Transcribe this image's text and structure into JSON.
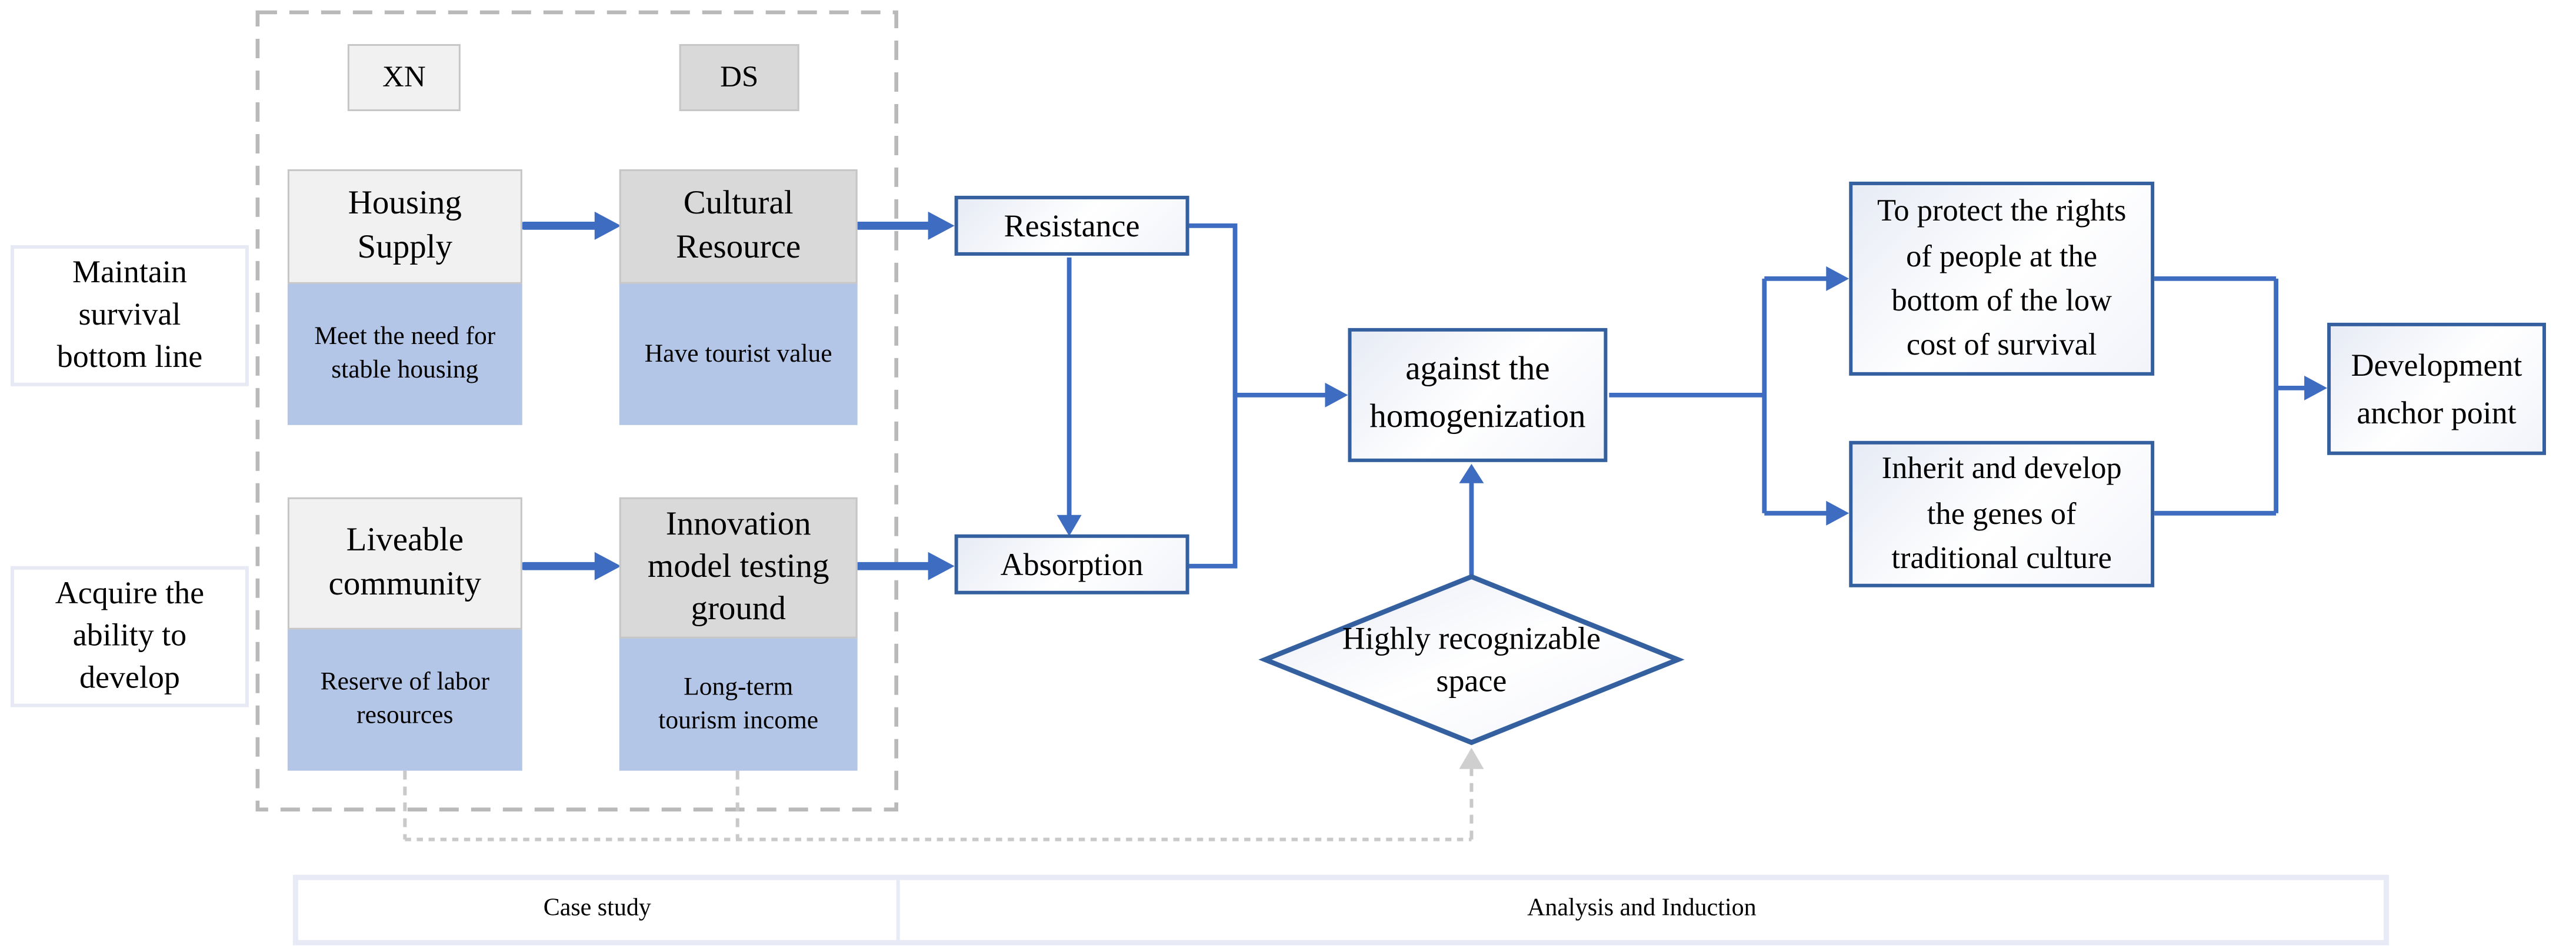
{
  "labels": {
    "maintain": "Maintain\nsurvival\nbottom line",
    "acquire": "Acquire the\nability to\ndevelop"
  },
  "cases": {
    "xn": "XN",
    "ds": "DS"
  },
  "matrix": {
    "housing": {
      "title": "Housing\nSupply",
      "note": "Meet the need for\nstable housing"
    },
    "cultural": {
      "title": "Cultural\nResource",
      "note": "Have tourist value"
    },
    "liveable": {
      "title": "Liveable\ncommunity",
      "note": "Reserve of labor\nresources"
    },
    "innovation": {
      "title": "Innovation\nmodel testing\nground",
      "note": "Long-term\ntourism income"
    }
  },
  "flow": {
    "resistance": "Resistance",
    "absorption": "Absorption",
    "against": "against the\nhomogenization",
    "diamond": "Highly recognizable\nspace",
    "protect": "To protect the rights\nof people at the\nbottom of the low\ncost of survival",
    "inherit": "Inherit and develop\nthe genes of\ntraditional culture",
    "development": "Development\nanchor point"
  },
  "footer": {
    "case_study": "Case study",
    "analysis": "Analysis and Induction"
  },
  "colors": {
    "connector_blue": "#3e6cc0",
    "shape_border_blue": "#35609f",
    "note_blue_fill": "#b4c6e8",
    "gray_fill_light": "#f1f1f1",
    "gray_fill_dark": "#d9d9d9",
    "dashed_gray": "#b9b9b9"
  }
}
